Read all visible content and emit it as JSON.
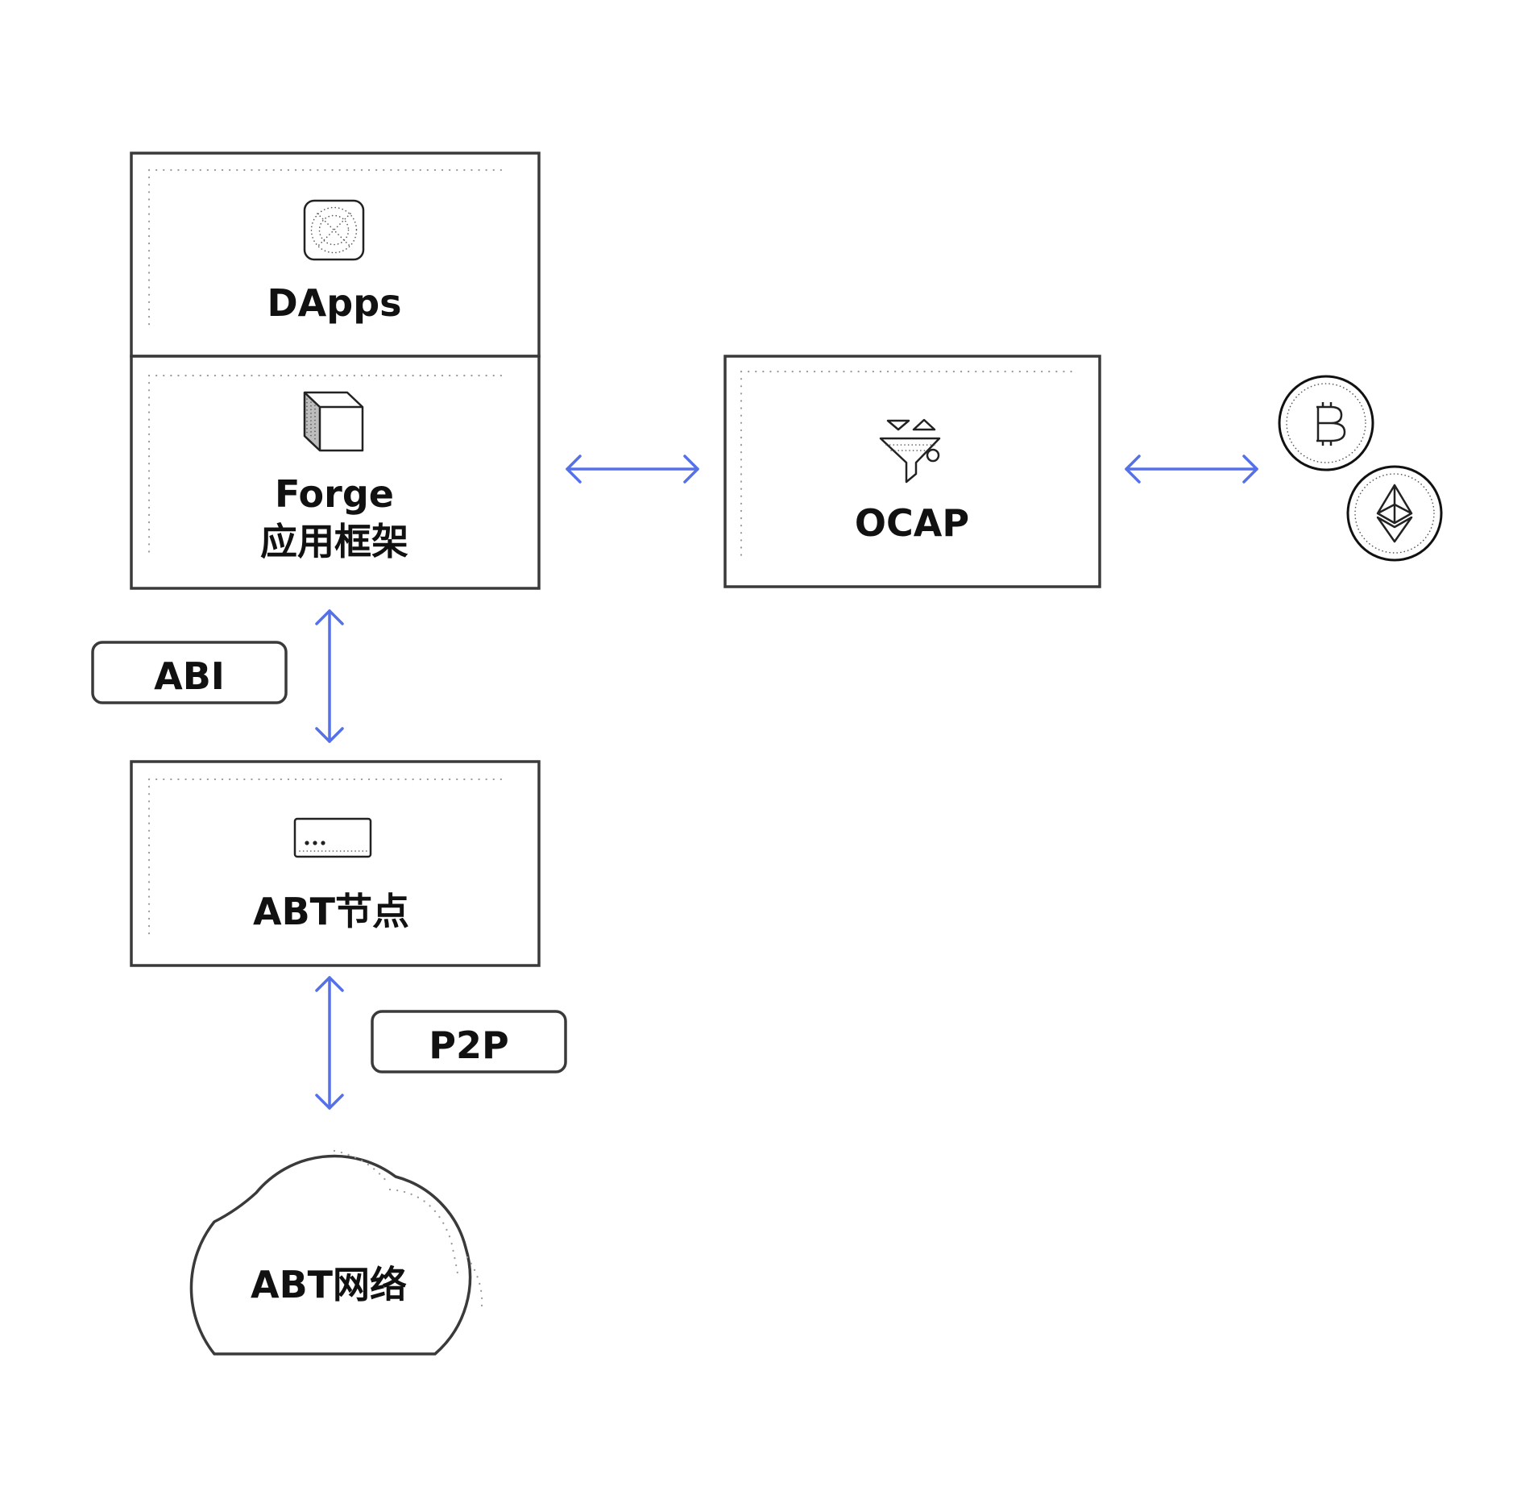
{
  "diagram": {
    "dapps_label": "DApps",
    "forge_label_line1": "Forge",
    "forge_label_line2": "应用框架",
    "ocap_label": "OCAP",
    "abi_label": "ABI",
    "node_label": "ABT节点",
    "p2p_label": "P2P",
    "network_label": "ABT网络"
  },
  "icons": {
    "dapps": "app-tile-icon",
    "forge": "cube-icon",
    "ocap": "funnel-icon",
    "node": "terminal-icon",
    "bitcoin": "bitcoin-coin-icon",
    "ethereum": "ethereum-coin-icon"
  },
  "colors": {
    "arrow": "#5670e8",
    "box_stroke": "#3a3a3a",
    "text": "#111111",
    "dotted_guides": "#9a9a9a"
  }
}
